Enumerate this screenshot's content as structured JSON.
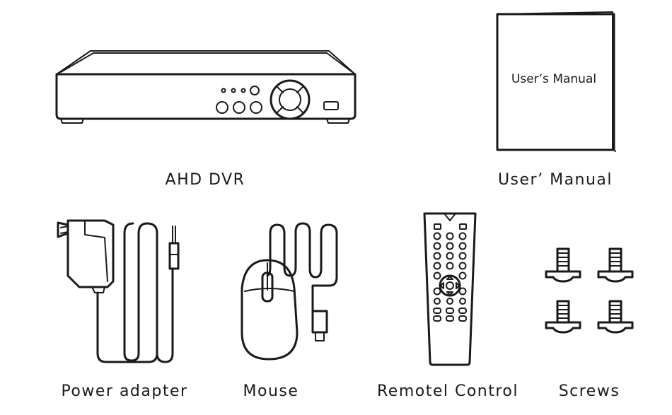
{
  "items": {
    "dvr": {
      "label": "AHD DVR",
      "icon": "dvr-icon"
    },
    "manual": {
      "label": "User’ Manual",
      "cover_text": "User’s Manual",
      "icon": "manual-icon"
    },
    "adapter": {
      "label": "Power adapter",
      "icon": "power-adapter-icon"
    },
    "mouse": {
      "label": "Mouse",
      "icon": "mouse-icon"
    },
    "remote": {
      "label": "Remotel Control",
      "icon": "remote-control-icon"
    },
    "screws": {
      "label": "Screws",
      "icon": "screws-icon"
    }
  },
  "colors": {
    "line": "#1a1a1a",
    "background": "#ffffff"
  }
}
